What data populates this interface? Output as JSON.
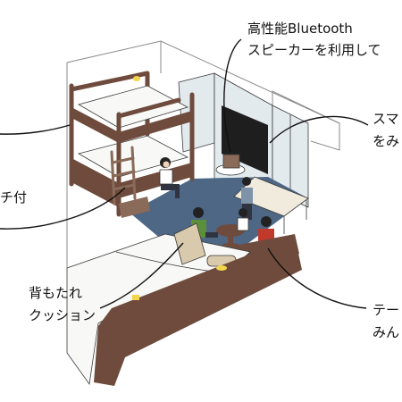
{
  "callouts": {
    "speaker": {
      "line1": "高性能Bluetooth",
      "line2": "スピーカーを利用して"
    },
    "tv": {
      "line1": "スマ",
      "line2": "をみ"
    },
    "bunk": {
      "line1": "チ付"
    },
    "cushion": {
      "line1": "背もたれ",
      "line2": "クッション"
    },
    "table": {
      "line1": "テー",
      "line2": "みん"
    }
  },
  "colors": {
    "wood": "#6e4b3c",
    "wood_light": "#8a6a58",
    "floor": "#4d6785",
    "mattress": "#f8f8f6",
    "cushion": "#d9c9ad",
    "tv": "#1e1e1e",
    "window": "#e3eaee",
    "desk": "#f1ebde",
    "lamp": "#f1d54a",
    "shirt_green": "#5c8f3a",
    "shirt_red": "#c0392b",
    "shirt_blue": "#7f93a8",
    "hair": "#222222",
    "skin": "#f0d3b6",
    "pants": "#2f3440"
  }
}
